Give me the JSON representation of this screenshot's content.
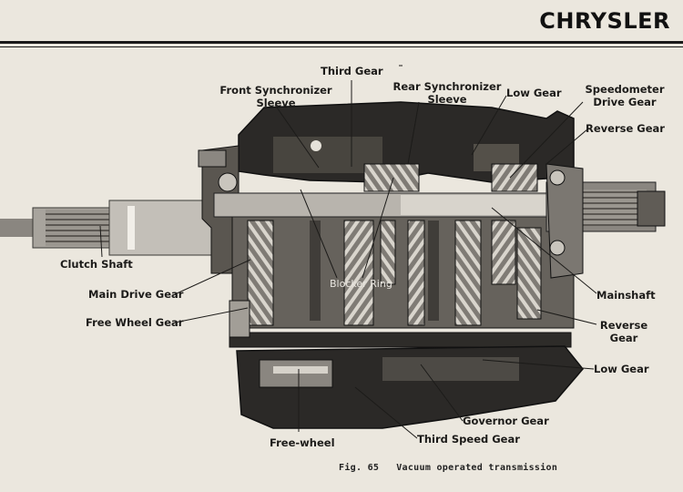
{
  "header": {
    "brand": "CHRYSLER"
  },
  "labels": {
    "third_gear_top": "Third Gear",
    "front_sync_line1": "Front Synchronizer",
    "front_sync_line2": "Sleeve",
    "rear_sync_line1": "Rear Synchronizer",
    "rear_sync_line2": "Sleeve",
    "low_gear_top": "Low Gear",
    "speedo_line1": "Speedometer",
    "speedo_line2": "Drive Gear",
    "reverse_gear_top": "Reverse Gear",
    "clutch_shaft": "Clutch Shaft",
    "main_drive_gear": "Main Drive Gear",
    "blocker_ring": "Blocker Ring",
    "mainshaft": "Mainshaft",
    "free_wheel_gear": "Free Wheel Gear",
    "reverse_gear_right_line1": "Reverse",
    "reverse_gear_right_line2": "Gear",
    "low_gear_right": "Low Gear",
    "governor_gear": "Governor Gear",
    "third_speed_gear": "Third Speed Gear",
    "free_wheel": "Free-wheel"
  },
  "caption": {
    "fig": "Fig. 65",
    "text": "Vacuum operated transmission"
  }
}
